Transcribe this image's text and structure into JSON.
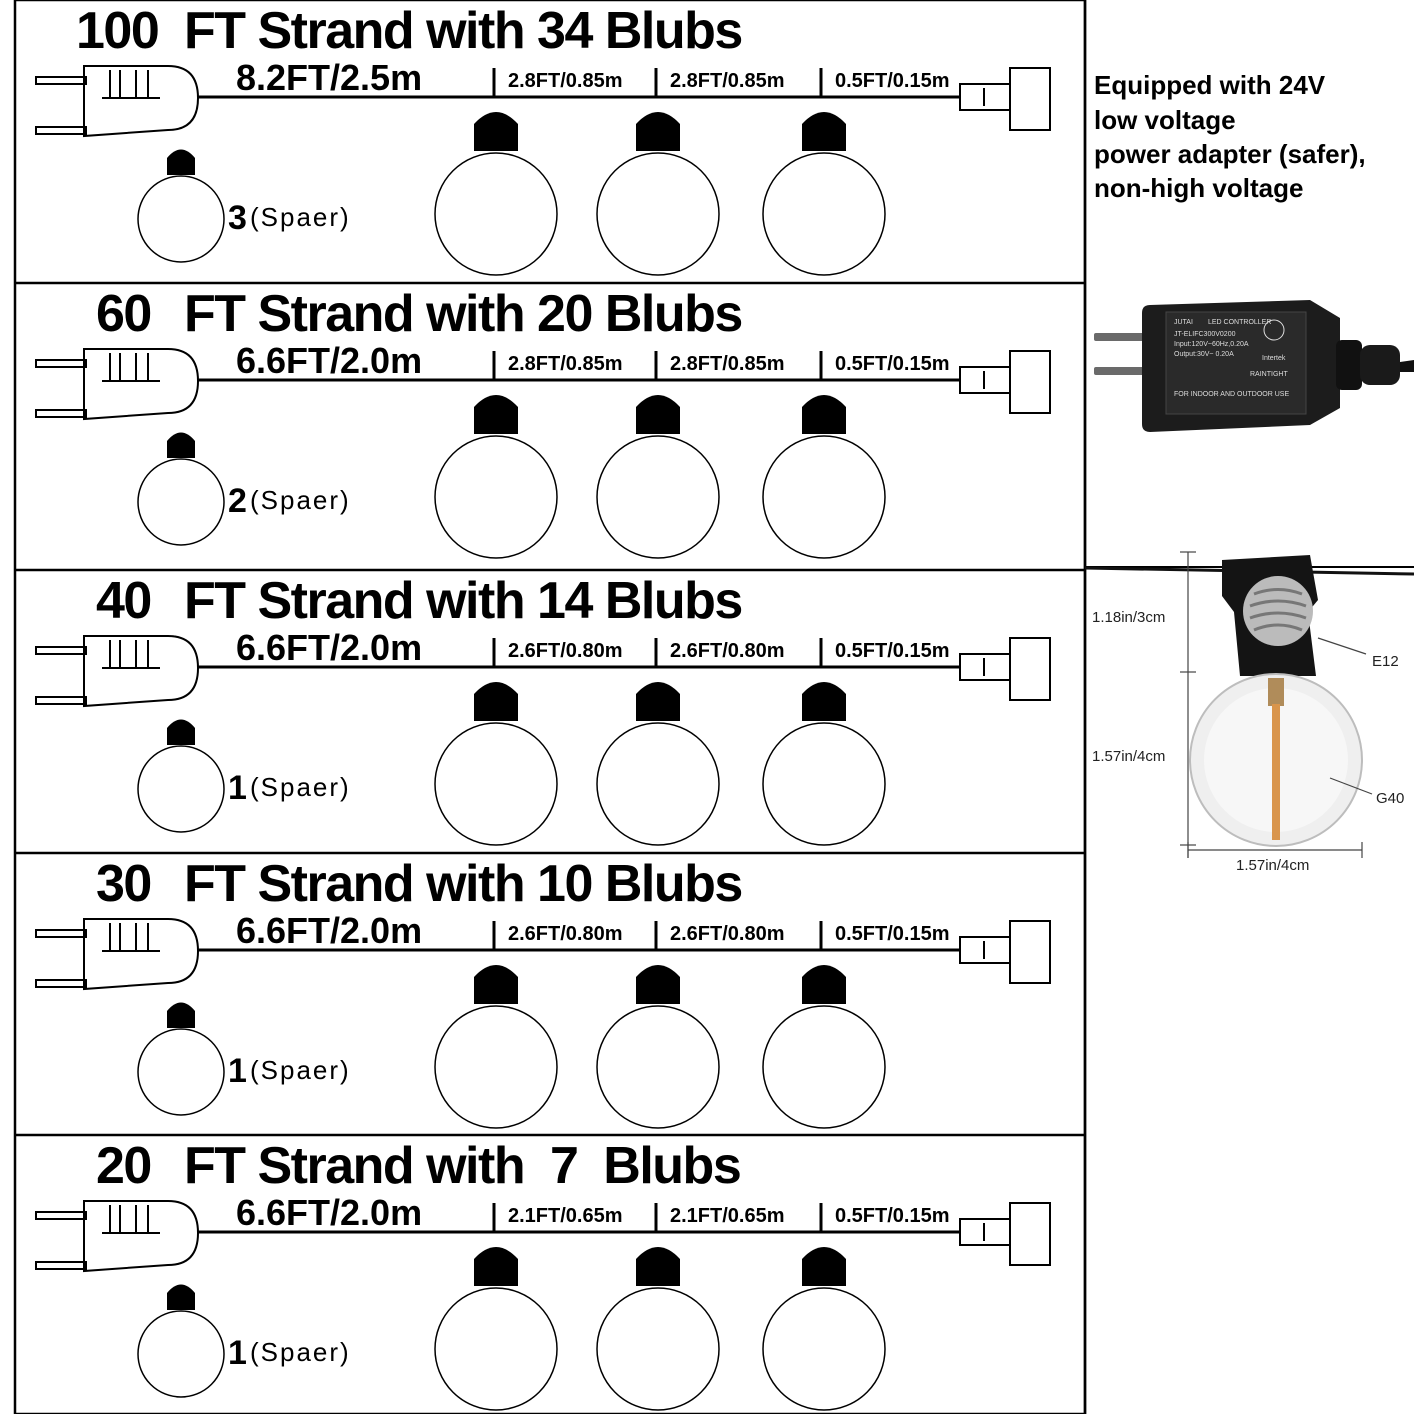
{
  "strands": [
    {
      "number": "100",
      "title_rest": "FT Strand with 34 Blubs",
      "first_length": "8.2FT/2.5m",
      "segments": [
        "2.8FT/0.85m",
        "2.8FT/0.85m",
        "0.5FT/0.15m"
      ],
      "spare_count": "3",
      "spare_label": "(Spaer)"
    },
    {
      "number": "60",
      "title_rest": "FT Strand with 20 Blubs",
      "first_length": "6.6FT/2.0m",
      "segments": [
        "2.8FT/0.85m",
        "2.8FT/0.85m",
        "0.5FT/0.15m"
      ],
      "spare_count": "2",
      "spare_label": "(Spaer)"
    },
    {
      "number": "40",
      "title_rest": "FT Strand with 14 Blubs",
      "first_length": "6.6FT/2.0m",
      "segments": [
        "2.6FT/0.80m",
        "2.6FT/0.80m",
        "0.5FT/0.15m"
      ],
      "spare_count": "1",
      "spare_label": "(Spaer)"
    },
    {
      "number": "30",
      "title_rest": "FT Strand with 10 Blubs",
      "first_length": "6.6FT/2.0m",
      "segments": [
        "2.6FT/0.80m",
        "2.6FT/0.80m",
        "0.5FT/0.15m"
      ],
      "spare_count": "1",
      "spare_label": "(Spaer)"
    },
    {
      "number": "20",
      "title_rest": "FT Strand with  7  Blubs",
      "first_length": "6.6FT/2.0m",
      "segments": [
        "2.1FT/0.65m",
        "2.1FT/0.65m",
        "0.5FT/0.15m"
      ],
      "spare_count": "1",
      "spare_label": "(Spaer)"
    }
  ],
  "adapter_note": [
    "Equipped with 24V",
    "low voltage",
    "power adapter (safer),",
    "non-high voltage"
  ],
  "adapter_label": {
    "brand": "JUTAI",
    "controller": "LED CONTROLLER",
    "model": "JT-ELIFC300V0200",
    "input": "Input:120V~60Hz,0.20A",
    "output": "Output:30V~ 0.20A",
    "certification": "Intertek",
    "rain": "RAINTIGHT",
    "use": "FOR INDOOR AND OUTDOOR USE"
  },
  "bulb_dims": {
    "socket_height": "1.18in/3cm",
    "bulb_height": "1.57in/4cm",
    "bulb_width": "1.57in/4cm",
    "base_label": "E12",
    "bulb_label": "G40"
  },
  "colors": {
    "line": "#000000",
    "bulb_cap": "#000000",
    "background": "#ffffff"
  }
}
